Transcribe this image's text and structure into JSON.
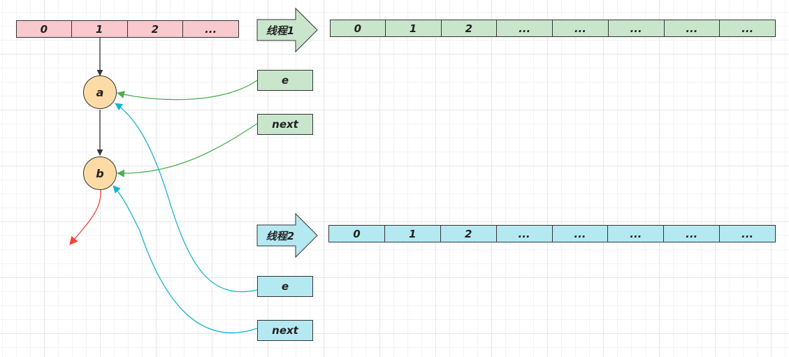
{
  "main_array": {
    "cells": [
      "0",
      "1",
      "2",
      "..."
    ],
    "color": "#f8c9ce"
  },
  "thread1": {
    "label": "线程1",
    "cells": [
      "0",
      "1",
      "2",
      "...",
      "...",
      "...",
      "...",
      "..."
    ],
    "e_label": "e",
    "next_label": "next",
    "color": "#c9e6cc",
    "arrow_color": "#4caf50"
  },
  "thread2": {
    "label": "线程2",
    "cells": [
      "0",
      "1",
      "2",
      "...",
      "...",
      "...",
      "...",
      "..."
    ],
    "e_label": "e",
    "next_label": "next",
    "color": "#b5e9f2",
    "arrow_color": "#1ab4cf"
  },
  "nodes": {
    "a": "a",
    "b": "b",
    "node_color": "#fddba6"
  },
  "null_arrow_color": "#f44336"
}
